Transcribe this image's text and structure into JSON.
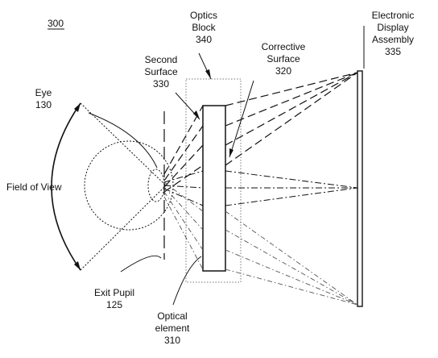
{
  "figure_number": "300",
  "labels": {
    "optics_block": [
      "Optics",
      "Block",
      "340"
    ],
    "electronic_display": [
      "Electronic",
      "Display",
      "Assembly",
      "335"
    ],
    "second_surface": [
      "Second",
      "Surface",
      "330"
    ],
    "corrective_surface": [
      "Corrective",
      "Surface",
      "320"
    ],
    "eye": [
      "Eye",
      "130"
    ],
    "field_of_view": "Field of View",
    "exit_pupil": [
      "Exit Pupil",
      "125"
    ],
    "optical_element": [
      "Optical",
      "element",
      "310"
    ]
  }
}
